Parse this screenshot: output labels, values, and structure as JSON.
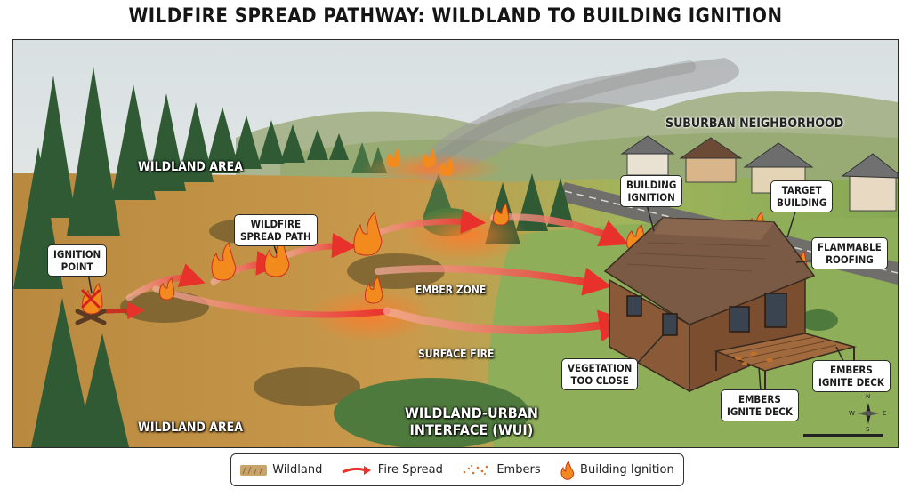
{
  "title": "WILDFIRE SPREAD PATHWAY: WILDLAND TO BUILDING IGNITION",
  "regions": {
    "wildland_top": "WILDLAND AREA",
    "wildland_bottom": "WILDLAND AREA",
    "suburban": "SUBURBAN NEIGHBORHOOD",
    "wui": "WILDLAND-URBAN\nINTERFACE (WUI)",
    "ember_zone": "EMBER ZONE",
    "surface_fire": "SURFACE FIRE"
  },
  "callouts": {
    "ignition_point": "IGNITION\nPOINT",
    "spread_path": "WILDFIRE\nSPREAD PATH",
    "building_ignition": "BUILDING\nIGNITION",
    "target_building": "TARGET\nBUILDING",
    "flammable_roofing": "FLAMMABLE\nROOFING",
    "vegetation_close": "VEGETATION\nTOO CLOSE",
    "embers_deck_1": "EMBERS\nIGNITE DECK",
    "embers_deck_2": "EMBERS\nIGNITE DECK"
  },
  "legend": {
    "wildland": "Wildland",
    "fire_spread": "Fire Spread",
    "embers": "Embers",
    "building_ignition": "Building Ignition"
  },
  "compass": {
    "n": "N",
    "s": "S",
    "e": "E",
    "w": "W"
  },
  "colors": {
    "fire": "#e8452a",
    "flame": "#f28a1e",
    "wildland": "#c9a46a",
    "grass": "#8fae5a",
    "roof": "#7a5a44",
    "wall": "#8a5a38"
  }
}
